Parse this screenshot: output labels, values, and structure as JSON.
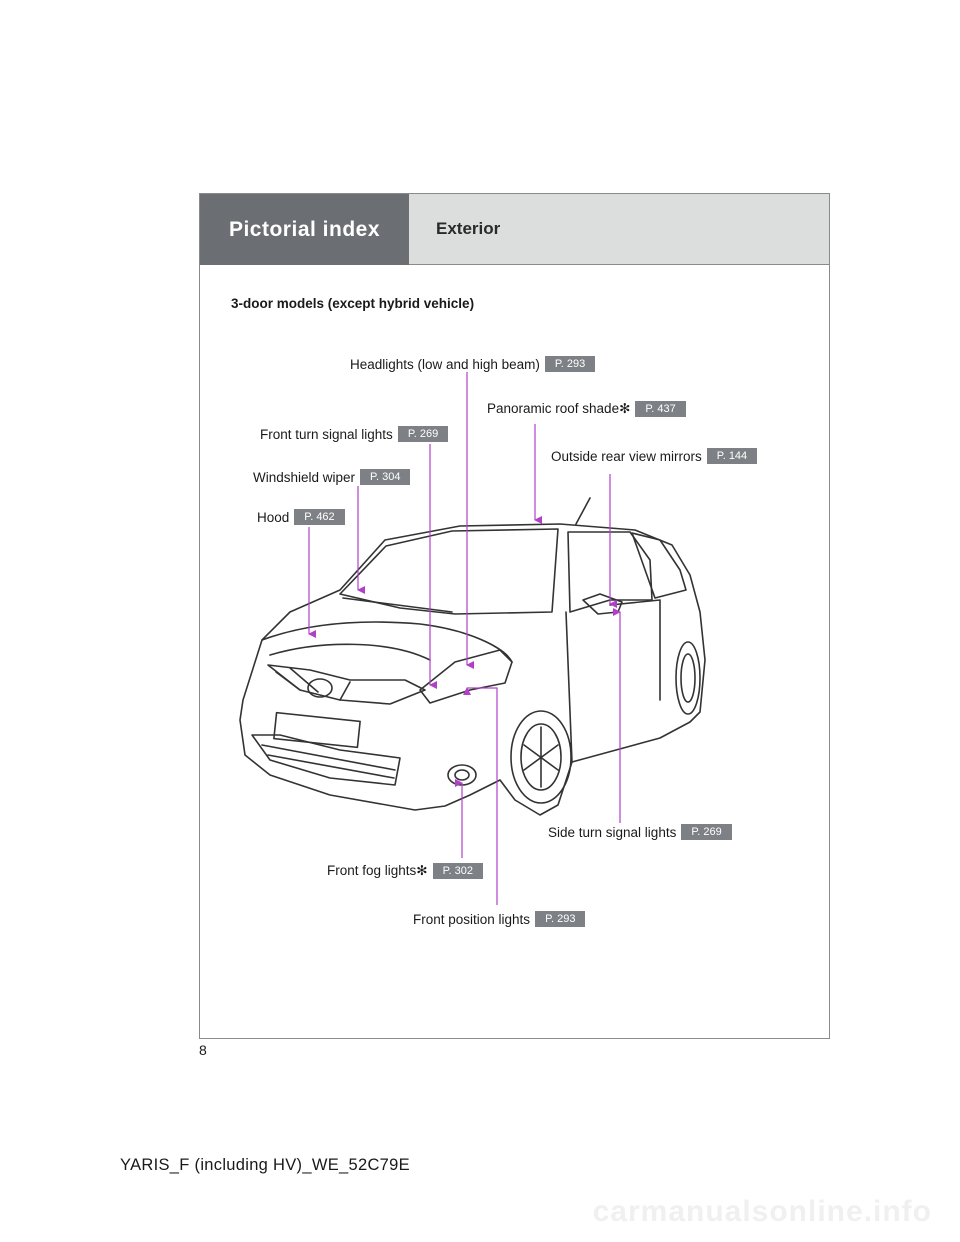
{
  "header": {
    "section": "Pictorial index",
    "subsection": "Exterior"
  },
  "section_title": "3-door models (except hybrid vehicle)",
  "callouts": {
    "headlights": {
      "label": "Headlights (low and high beam)",
      "page": "P. 293"
    },
    "roof_shade": {
      "label": "Panoramic roof shade✻",
      "page": "P. 437"
    },
    "front_turn": {
      "label": "Front turn signal lights",
      "page": "P. 269"
    },
    "mirrors": {
      "label": "Outside rear view mirrors",
      "page": "P. 144"
    },
    "wiper": {
      "label": "Windshield wiper",
      "page": "P. 304"
    },
    "hood": {
      "label": "Hood",
      "page": "P. 462"
    },
    "side_turn": {
      "label": "Side turn signal lights",
      "page": "P. 269"
    },
    "fog": {
      "label": "Front fog lights✻",
      "page": "P. 302"
    },
    "position": {
      "label": "Front position lights",
      "page": "P. 293"
    }
  },
  "page_number": "8",
  "footer": "YARIS_F (including HV)_WE_52C79E",
  "watermark": "carmanualsonline.info",
  "colors": {
    "leader": "#b040c8",
    "badge": "#7d8084",
    "header_dark": "#6b6e72",
    "header_light": "#dcdede"
  }
}
